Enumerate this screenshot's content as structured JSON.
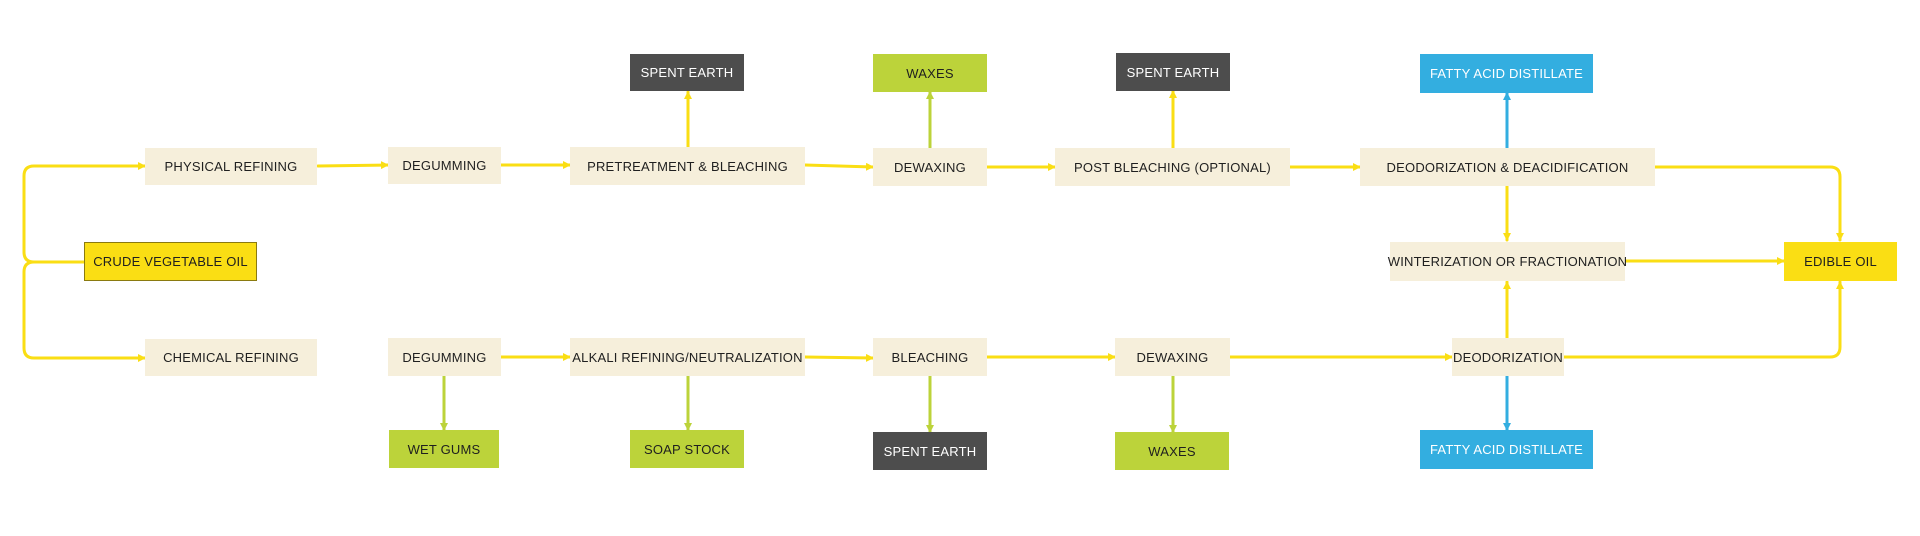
{
  "colors": {
    "flow": "#fade14",
    "green": "#bcd33a",
    "blue": "#33aee0",
    "dark": "#4d4d4d",
    "process": "#f6efdb"
  },
  "nodes": {
    "crude_vegetable_oil": "CRUDE VEGETABLE OIL",
    "physical_refining": "PHYSICAL REFINING",
    "chemical_refining": "CHEMICAL REFINING",
    "top": {
      "degumming": "DEGUMMING",
      "pretreatment_bleaching": "PRETREATMENT & BLEACHING",
      "dewaxing": "DEWAXING",
      "post_bleaching": "POST BLEACHING (OPTIONAL)",
      "deodorization_deacidification": "DEODORIZATION & DEACIDIFICATION",
      "spent_earth_1": "SPENT EARTH",
      "waxes": "WAXES",
      "spent_earth_2": "SPENT EARTH",
      "fatty_acid_distillate": "FATTY ACID DISTILLATE"
    },
    "winterization": "WINTERIZATION OR FRACTIONATION",
    "edible_oil": "EDIBLE OIL",
    "bottom": {
      "degumming": "DEGUMMING",
      "alkali_refining": "ALKALI REFINING/NEUTRALIZATION",
      "bleaching": "BLEACHING",
      "dewaxing": "DEWAXING",
      "deodorization": "DEODORIZATION",
      "wet_gums": "WET GUMS",
      "soap_stock": "SOAP STOCK",
      "spent_earth": "SPENT EARTH",
      "waxes": "WAXES",
      "fatty_acid_distillate": "FATTY ACID DISTILLATE"
    }
  }
}
